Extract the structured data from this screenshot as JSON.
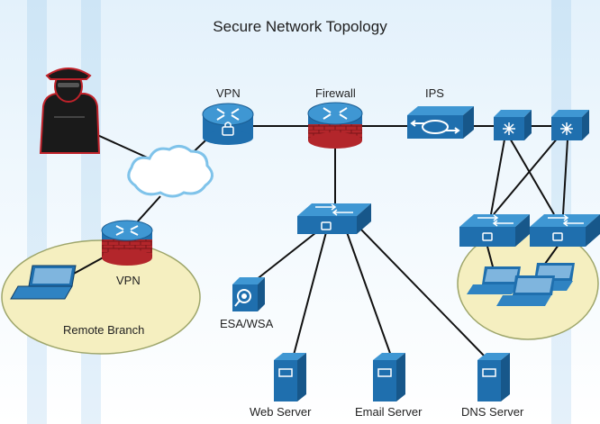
{
  "title": "Secure Network Topology",
  "labels": {
    "vpn_top": "VPN",
    "firewall": "Firewall",
    "ips": "IPS",
    "vpn_branch": "VPN",
    "remote_branch": "Remote Branch",
    "esa_wsa": "ESA/WSA",
    "web_server": "Web Server",
    "email_server": "Email Server",
    "dns_server": "DNS Server"
  },
  "colors": {
    "device_blue": "#1f6fae",
    "device_light": "#3f97d3",
    "firewall_red": "#b3262b",
    "zone_yellow": "#f5efc0",
    "cloud_blue": "#7fc3ea"
  },
  "icons": [
    "hacker-icon",
    "cloud-icon",
    "vpn-router-icon",
    "firewall-router-icon",
    "ips-icon",
    "multilayer-switch-icon",
    "switch-icon",
    "laptop-icon",
    "esa-wsa-icon",
    "server-icon"
  ]
}
